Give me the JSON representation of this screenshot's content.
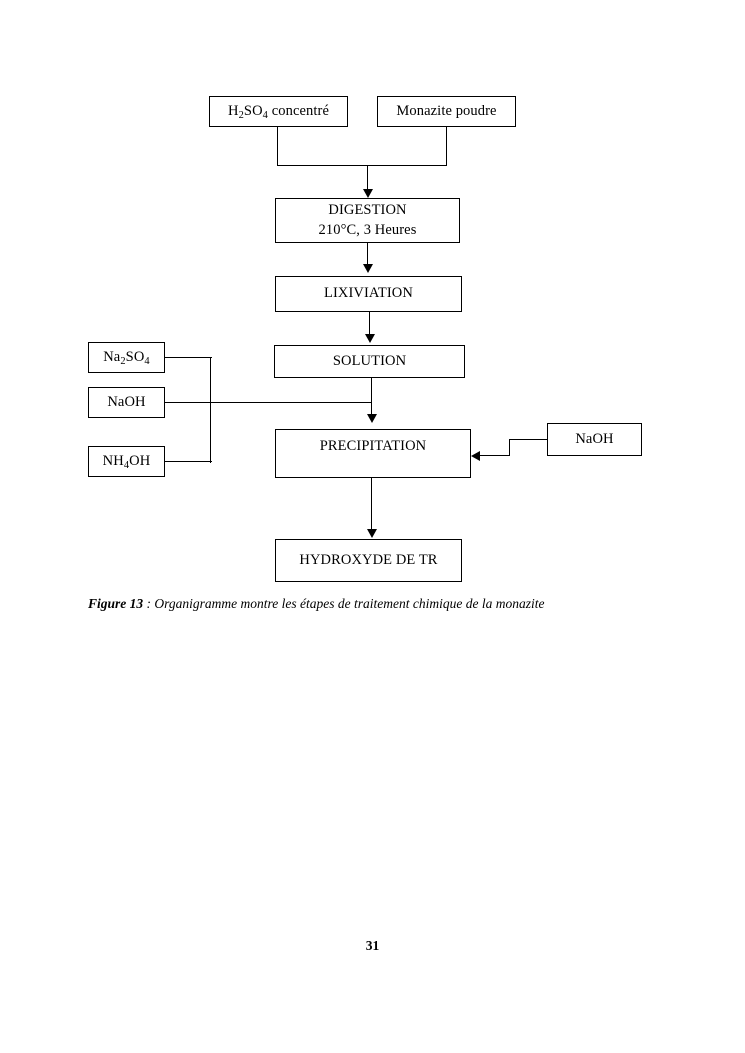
{
  "document": {
    "page_number": "31"
  },
  "figure": {
    "label": "Figure 13",
    "caption": " : Organigramme montre les étapes de traitement chimique de la monazite"
  },
  "chart_data": {
    "type": "diagram",
    "diagram_kind": "process-flowchart",
    "title": "Organigramme montre les étapes de traitement chimique de la monazite",
    "nodes": [
      {
        "id": "h2so4",
        "label": "H2SO4 concentré",
        "text_parts": [
          "H",
          "2",
          "SO",
          "4",
          " concentré"
        ],
        "role": "input-reagent"
      },
      {
        "id": "monazite",
        "label": "Monazite poudre",
        "role": "input-material"
      },
      {
        "id": "digestion",
        "label_line1": "DIGESTION",
        "label_line2": "210°C, 3 Heures",
        "role": "process"
      },
      {
        "id": "lixiviation",
        "label": "LIXIVIATION",
        "role": "process"
      },
      {
        "id": "solution",
        "label": "SOLUTION",
        "role": "intermediate"
      },
      {
        "id": "na2so4",
        "label": "Na2SO4",
        "text_parts": [
          "Na",
          "2",
          "SO",
          "4"
        ],
        "role": "input-reagent"
      },
      {
        "id": "naoh_left",
        "label": "NaOH",
        "role": "input-reagent"
      },
      {
        "id": "nh4oh",
        "label": "NH4OH",
        "text_parts": [
          "NH",
          "4",
          "OH"
        ],
        "role": "input-reagent"
      },
      {
        "id": "precipitation",
        "label": "PRECIPITATION",
        "role": "process"
      },
      {
        "id": "naoh_right",
        "label": "NaOH",
        "role": "input-reagent"
      },
      {
        "id": "hydroxyde",
        "label": "HYDROXYDE DE TR",
        "role": "output-product"
      }
    ],
    "edges": [
      {
        "from": "h2so4",
        "to": "digestion",
        "style": "elbow-merge"
      },
      {
        "from": "monazite",
        "to": "digestion",
        "style": "elbow-merge"
      },
      {
        "from": "digestion",
        "to": "lixiviation",
        "style": "straight-arrow"
      },
      {
        "from": "lixiviation",
        "to": "solution",
        "style": "straight-arrow"
      },
      {
        "from": "solution",
        "to": "precipitation",
        "style": "straight-arrow"
      },
      {
        "from": "na2so4",
        "to": "precipitation",
        "style": "elbow-merge"
      },
      {
        "from": "naoh_left",
        "to": "precipitation",
        "style": "horizontal-merge"
      },
      {
        "from": "nh4oh",
        "to": "precipitation",
        "style": "elbow-merge"
      },
      {
        "from": "naoh_right",
        "to": "precipitation",
        "style": "stepped-arrow-left"
      },
      {
        "from": "precipitation",
        "to": "hydroxyde",
        "style": "straight-arrow"
      }
    ],
    "colors": {
      "stroke": "#000000",
      "fill": "#ffffff",
      "text": "#000000"
    }
  }
}
